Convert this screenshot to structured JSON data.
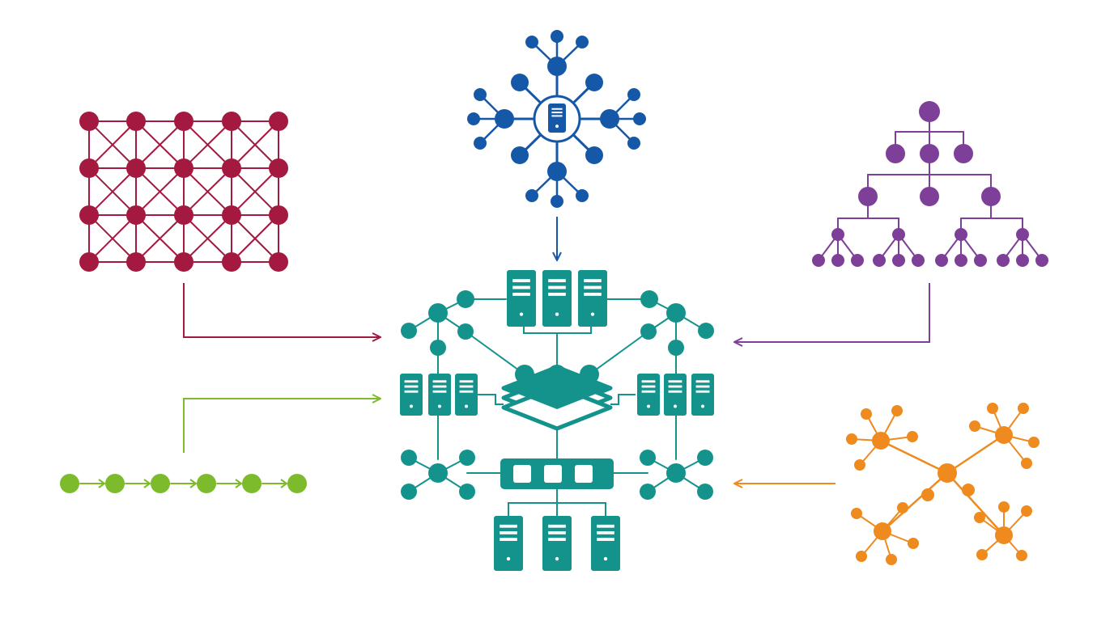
{
  "colors": {
    "background": "#ffffff",
    "mesh": "#a3193f",
    "star": "#1658a8",
    "tree": "#7e3f98",
    "bus": "#7dbb2c",
    "hybrid": "#ee8a1e",
    "center": "#14938d"
  },
  "topologies": {
    "mesh": {
      "rows": 4,
      "cols": 5,
      "icon": "mesh-topology"
    },
    "star": {
      "icon": "star-topology",
      "hub_icon": "server-icon"
    },
    "tree": {
      "levels": 4,
      "icon": "tree-topology"
    },
    "bus": {
      "nodes": 6,
      "icon": "bus-topology"
    },
    "hybrid": {
      "icon": "hybrid-topology"
    },
    "center": {
      "icon": "integrated-server-network",
      "server_groups": 4,
      "servers_per_group": 3
    }
  }
}
